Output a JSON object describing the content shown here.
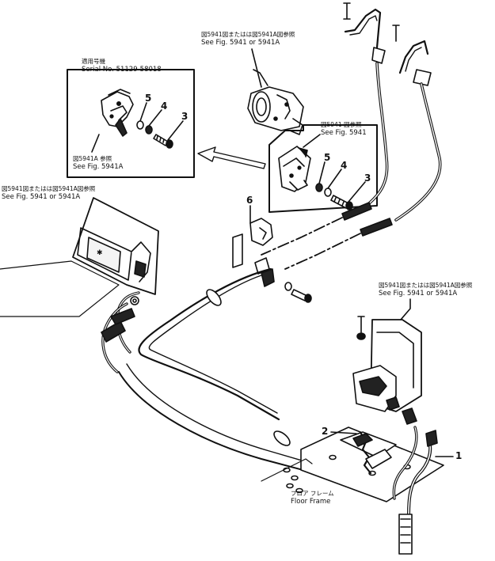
{
  "inset": {
    "serial_jp": "適用号機",
    "serial_en": "Serial No. 51129-58018",
    "see_jp": "図5941A 参照",
    "see_en": "See Fig. 5941A"
  },
  "refs": {
    "top": {
      "jp": "図5941図またはは図5941A図参照",
      "en": "See Fig. 5941 or 5941A"
    },
    "left": {
      "jp": "図5941図またはは図5941A図参照",
      "en": "See Fig. 5941 or 5941A"
    },
    "mid": {
      "jp": "図5941 図参照",
      "en": "See Fig. 5941"
    },
    "right": {
      "jp": "図5941図またはは図5941A図参照",
      "en": "See Fig. 5941 or 5941A"
    }
  },
  "floor": {
    "jp": "フロア フレーム",
    "en": "Floor Frame"
  },
  "callouts": {
    "inset_5": "5",
    "inset_4": "4",
    "inset_3": "3",
    "mid_5": "5",
    "mid_4": "4",
    "mid_3": "3",
    "c6": "6",
    "c2": "2",
    "c1": "1"
  }
}
